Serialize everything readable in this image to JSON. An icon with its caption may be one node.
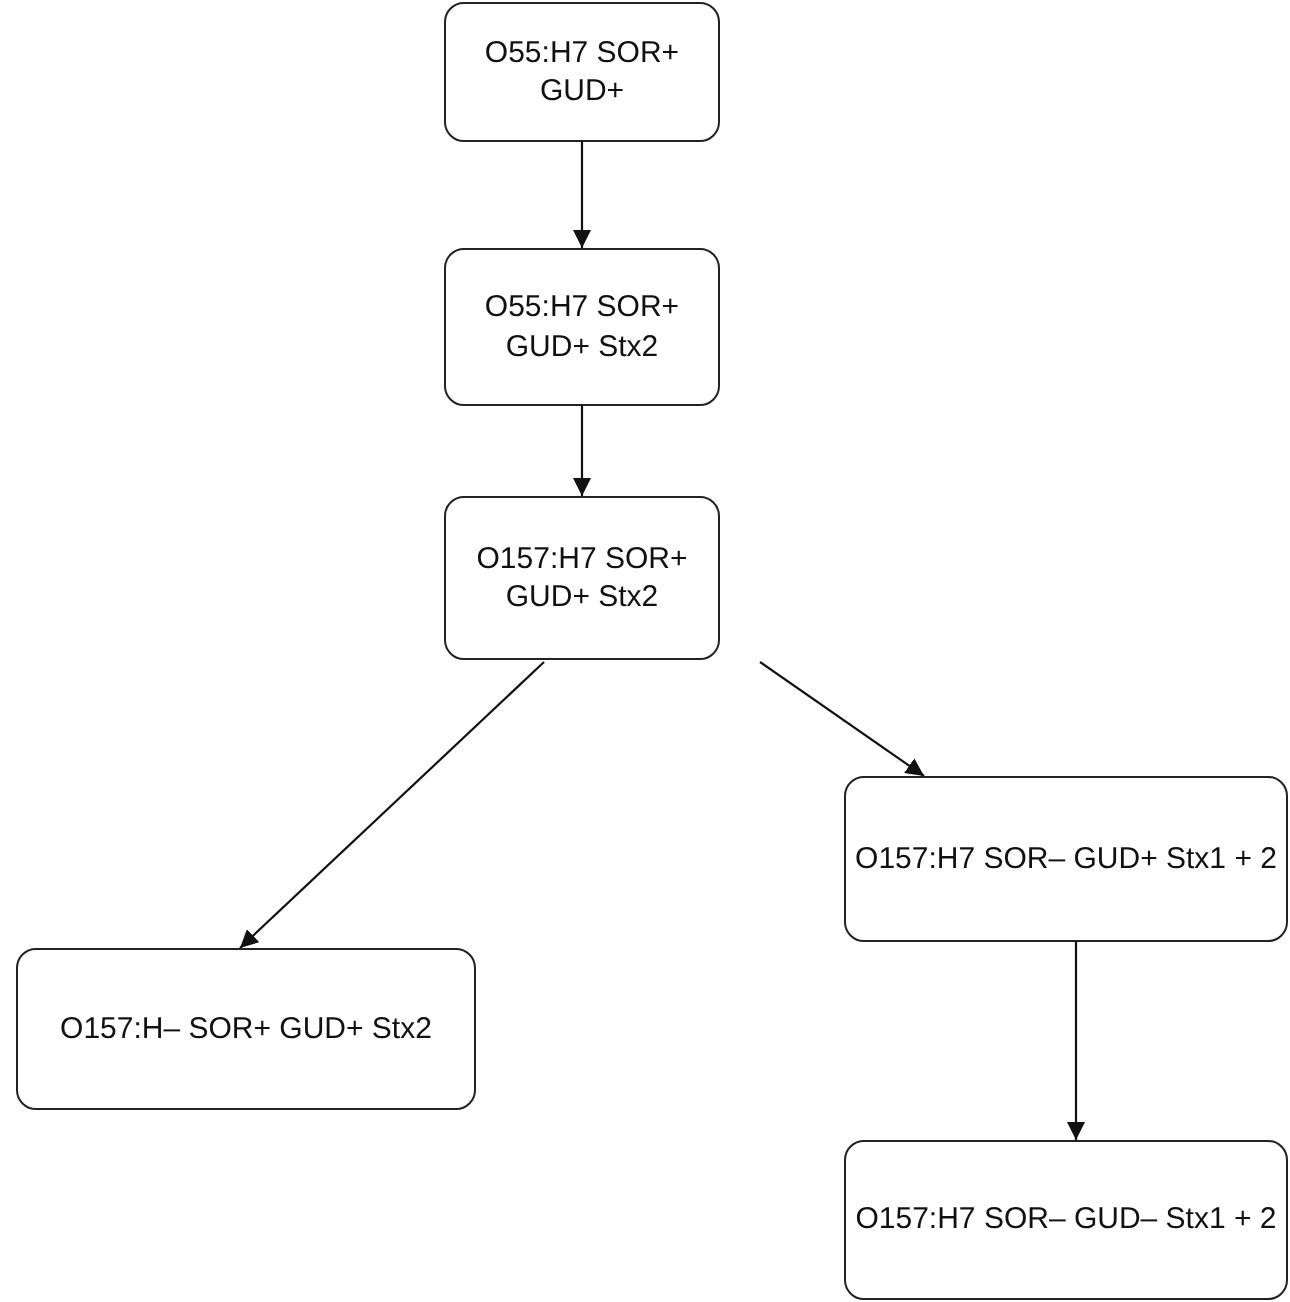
{
  "diagram": {
    "nodes": [
      {
        "text": [
          "O55:H7 SOR+ GUD+"
        ]
      },
      {
        "text": [
          "O55:H7 SOR+ GUD+ Stx2"
        ]
      },
      {
        "text": [
          "O157:H7 SOR+ GUD+ Stx2"
        ]
      },
      {
        "text": [
          "O157:H– SOR+ GUD+ Stx2"
        ]
      },
      {
        "text": [
          "O157:H7 SOR– GUD+ Stx1 + 2"
        ]
      },
      {
        "text": [
          "O157:H7 SOR– GUD– Stx1 + 2"
        ]
      }
    ],
    "edges": [
      {
        "from": 0,
        "to": 1,
        "arrow": "to"
      },
      {
        "from": 1,
        "to": 2,
        "arrow": "to"
      },
      {
        "from": 2,
        "to": 3,
        "arrow": "to"
      },
      {
        "from": 2,
        "to": 4,
        "arrow": "to"
      },
      {
        "from": 4,
        "to": 5,
        "arrow": "to"
      }
    ]
  }
}
